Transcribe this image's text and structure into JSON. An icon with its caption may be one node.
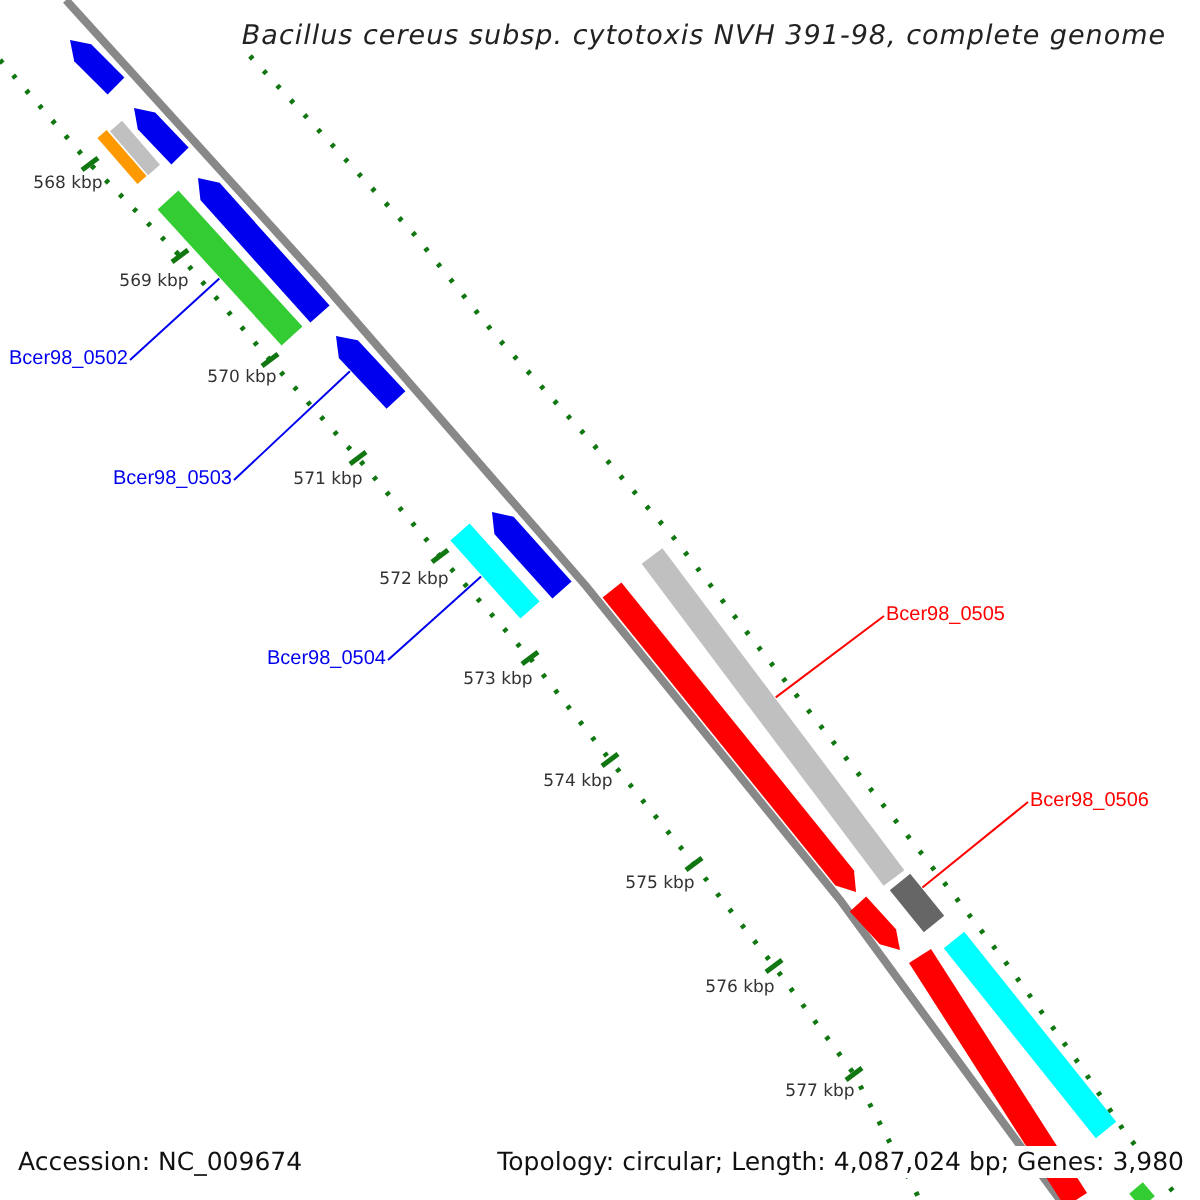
{
  "diagram": {
    "title": "Bacillus cereus subsp. cytotoxis NVH 391-98, complete genome",
    "nodes": [
      {
        "text": [
          "Bcer98_0502"
        ]
      },
      {
        "text": [
          "Bcer98_0503"
        ]
      },
      {
        "text": [
          "Bcer98_0504"
        ]
      },
      {
        "text": [
          "Bcer98_0505"
        ]
      },
      {
        "text": [
          "Bcer98_0506"
        ]
      },
      {
        "text": [],
        "shape": "bar"
      },
      {
        "text": [],
        "shape": "arrow"
      },
      {
        "text": [],
        "shape": "bar"
      },
      {
        "text": [],
        "shape": "bar"
      },
      {
        "text": [],
        "shape": "bar"
      },
      {
        "text": [],
        "shape": "arrow"
      },
      {
        "text": [],
        "shape": "arrow"
      },
      {
        "text": [],
        "shape": "bar"
      },
      {
        "text": [],
        "shape": "bar"
      },
      {
        "text": [],
        "shape": "arrow"
      },
      {
        "text": [],
        "shape": "arrow"
      },
      {
        "text": [],
        "shape": "arrow"
      },
      {
        "text": [],
        "shape": "arrow"
      },
      {
        "text": [],
        "shape": "bar"
      },
      {
        "text": [],
        "shape": "bar"
      },
      {
        "text": [],
        "shape": "bar"
      }
    ],
    "edges": [
      {
        "from": 0,
        "to": 5,
        "arrow": "none"
      },
      {
        "from": 1,
        "to": 6,
        "arrow": "none"
      },
      {
        "from": 2,
        "to": 7,
        "arrow": "none"
      },
      {
        "from": 3,
        "to": 8,
        "arrow": "none",
        "color": "#ff0000"
      },
      {
        "from": 4,
        "to": 9,
        "arrow": "none",
        "color": "#ff0000"
      }
    ],
    "labels": [
      "568 kbp",
      "569 kbp",
      "570 kbp",
      "571 kbp",
      "572 kbp",
      "573 kbp",
      "574 kbp",
      "575 kbp",
      "576 kbp",
      "577 kbp",
      "Accession: NC_009674",
      "Topology: circular; Length: 4,087,024 bp; Genes: 3,980"
    ]
  }
}
